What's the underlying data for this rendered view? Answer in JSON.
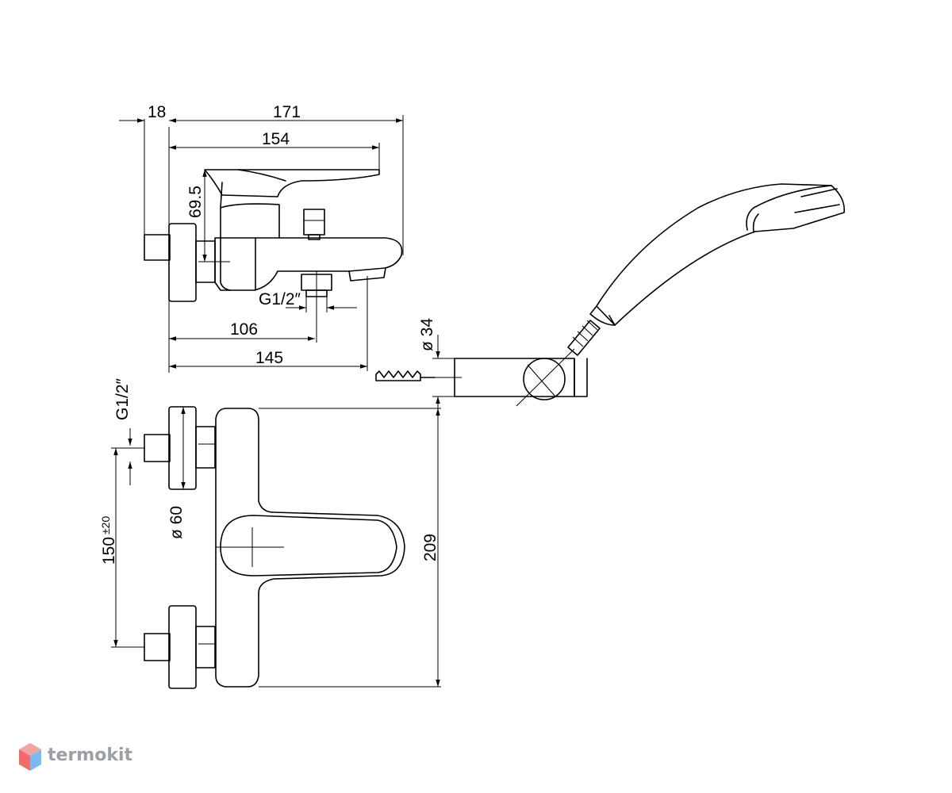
{
  "dimensions": {
    "d18": "18",
    "d171": "171",
    "d154": "154",
    "d69_5": "69.5",
    "g12_top": "G1/2″",
    "d106": "106",
    "d145": "145",
    "d34": "ø 34",
    "g12_side": "G1/2″",
    "d60": "ø 60",
    "d150": "150",
    "d150_tol": "±20",
    "d209": "209"
  },
  "logo": {
    "text": "termokit",
    "colors": {
      "top": "#f4a3a3",
      "left": "#f06b6b",
      "right": "#7fb8f0",
      "text": "#9aa0a6"
    }
  }
}
